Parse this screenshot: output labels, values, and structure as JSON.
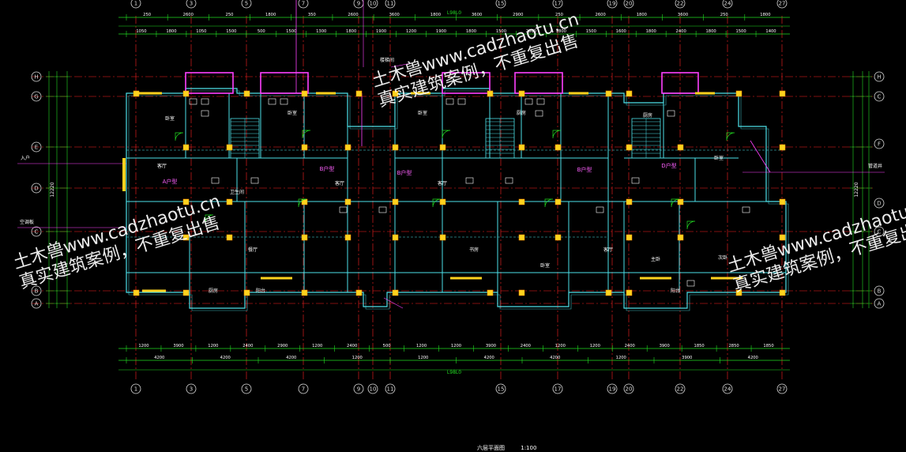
{
  "drawing": {
    "caption": "六层平面图",
    "scale": "1:100",
    "colors": {
      "background": "#000000",
      "axis": "#ff2020",
      "wall": "#4ce0e8",
      "dimension": "#22dd22",
      "column": "#ffd21e",
      "room_text": "#ffffff",
      "highlight": "#ff40ff",
      "bubble": "#dddddd"
    },
    "overall_dimensions": {
      "top": "L98L0",
      "bottom": "L98L0",
      "left": "12220",
      "right": "12220"
    },
    "column_axes": [
      "1",
      "3",
      "5",
      "7",
      "9",
      "10",
      "11",
      "15",
      "17",
      "19",
      "20",
      "22",
      "24",
      "27"
    ],
    "row_axes_left": [
      "H",
      "G",
      "E",
      "D",
      "C",
      "B",
      "A"
    ],
    "row_axes_right": [
      "H",
      "C",
      "F",
      "D",
      "C",
      "B",
      "A"
    ],
    "top_dim_row1": [
      "250",
      "2600",
      "250",
      "1800",
      "350",
      "2600",
      "3600",
      "1800",
      "3600",
      "2900",
      "250",
      "2600",
      "1800",
      "3600",
      "250",
      "1800"
    ],
    "top_dim_row2": [
      "1050",
      "1800",
      "1050",
      "1500",
      "500",
      "1500",
      "1300",
      "1800",
      "1900",
      "1200",
      "1900",
      "1800",
      "1500",
      "2600",
      "1800",
      "1500",
      "1600",
      "1800",
      "2400",
      "1800",
      "1500",
      "1400"
    ],
    "bottom_dim_row1": [
      "1200",
      "3900",
      "1200",
      "2400",
      "2900",
      "1200",
      "2400",
      "500",
      "1200",
      "1200",
      "3900",
      "2400",
      "1200",
      "1200",
      "2400",
      "3900",
      "1850",
      "2850",
      "1850"
    ],
    "bottom_dim_row2": [
      "4200",
      "4200",
      "4200",
      "1200",
      "1200",
      "4200",
      "4200",
      "1200",
      "3900",
      "4200"
    ],
    "units": [
      "A户型",
      "B户型",
      "B户型",
      "B户型",
      "D户型"
    ],
    "room_labels": [
      "卧室",
      "卧室",
      "客厅",
      "客厅",
      "厨房",
      "餐厅",
      "卫生间",
      "阳台",
      "客厅",
      "卧室",
      "厨房",
      "书房",
      "卧室",
      "客厅",
      "卧室",
      "厨房",
      "主卧",
      "次卧",
      "阳台"
    ],
    "side_notes": [
      "楼梯间",
      "入户",
      "管道井",
      "空调板"
    ],
    "watermark": {
      "line1": "土木兽www.cadzhaotu.cn",
      "line2": "真实建筑案例，不重复出售"
    }
  }
}
